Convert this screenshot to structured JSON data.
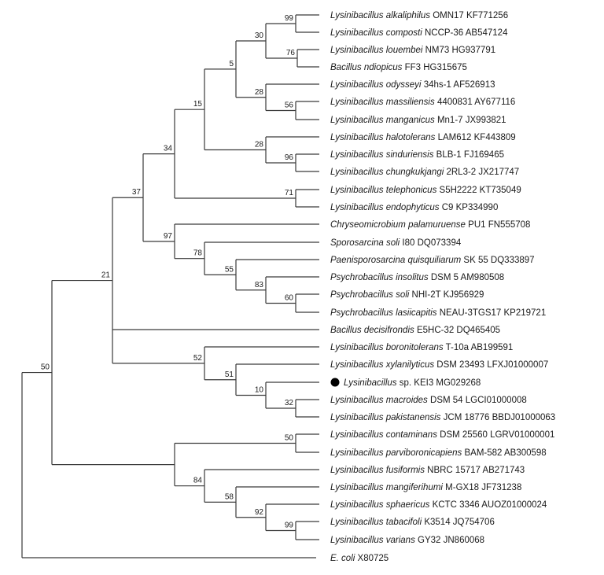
{
  "tree": {
    "leaves": [
      {
        "genus": "Lysinibacillus",
        "epithet": "alkaliphilus",
        "strain": "OMN17 KF771256"
      },
      {
        "genus": "Lysinibacillus",
        "epithet": "composti",
        "strain": "NCCP-36 AB547124"
      },
      {
        "genus": "Lysinibacillus",
        "epithet": "louembei",
        "strain": "NM73 HG937791"
      },
      {
        "genus": "Bacillus",
        "epithet": "ndiopicus",
        "strain": "FF3 HG315675"
      },
      {
        "genus": "Lysinibacillus",
        "epithet": "odysseyi",
        "strain": "34hs-1 AF526913"
      },
      {
        "genus": "Lysinibacillus",
        "epithet": "massiliensis",
        "strain": "4400831 AY677116"
      },
      {
        "genus": "Lysinibacillus",
        "epithet": "manganicus",
        "strain": "Mn1-7 JX993821"
      },
      {
        "genus": "Lysinibacillus",
        "epithet": "halotolerans",
        "strain": "LAM612 KF443809"
      },
      {
        "genus": "Lysinibacillus",
        "epithet": "sinduriensis",
        "strain": "BLB-1 FJ169465"
      },
      {
        "genus": "Lysinibacillus",
        "epithet": "chungkukjangi",
        "strain": "2RL3-2 JX217747"
      },
      {
        "genus": "Lysinibacillus",
        "epithet": "telephonicus",
        "strain": "S5H2222 KT735049"
      },
      {
        "genus": "Lysinibacillus",
        "epithet": "endophyticus",
        "strain": "C9 KP334990"
      },
      {
        "genus": "Chryseomicrobium",
        "epithet": "palamuruense",
        "strain": "PU1 FN555708"
      },
      {
        "genus": "Sporosarcina",
        "epithet": "soli",
        "strain": "I80 DQ073394"
      },
      {
        "genus": "Paenisporosarcina",
        "epithet": "quisquiliarum",
        "strain": "SK 55 DQ333897"
      },
      {
        "genus": "Psychrobacillus",
        "epithet": "insolitus",
        "strain": "DSM 5 AM980508"
      },
      {
        "genus": "Psychrobacillus",
        "epithet": "soli",
        "strain": "NHI-2T KJ956929"
      },
      {
        "genus": "Psychrobacillus",
        "epithet": "lasiicapitis",
        "strain": "NEAU-3TGS17 KP219721"
      },
      {
        "genus": "Bacillus",
        "epithet": "decisifrondis",
        "strain": "E5HC-32 DQ465405"
      },
      {
        "genus": "Lysinibacillus",
        "epithet": "boronitolerans",
        "strain": "T-10a AB199591"
      },
      {
        "genus": "Lysinibacillus",
        "epithet": "xylanilyticus",
        "strain": "DSM 23493 LFXJ01000007"
      },
      {
        "genus": "Lysinibacillus",
        "epithet": "",
        "strain": "sp. KEI3 MG029268",
        "marker": "filled-circle"
      },
      {
        "genus": "Lysinibacillus",
        "epithet": "macroides",
        "strain": "DSM 54 LGCI01000008"
      },
      {
        "genus": "Lysinibacillus",
        "epithet": "pakistanensis",
        "strain": "JCM 18776 BBDJ01000063"
      },
      {
        "genus": "Lysinibacillus",
        "epithet": "contaminans",
        "strain": "DSM 25560 LGRV01000001"
      },
      {
        "genus": "Lysinibacillus",
        "epithet": "parviboronicapiens",
        "strain": "BAM-582 AB300598"
      },
      {
        "genus": "Lysinibacillus",
        "epithet": "fusiformis",
        "strain": "NBRC 15717 AB271743"
      },
      {
        "genus": "Lysinibacillus",
        "epithet": "mangiferihumi",
        "strain": "M-GX18 JF731238"
      },
      {
        "genus": "Lysinibacillus",
        "epithet": "sphaericus",
        "strain": "KCTC 3346 AUOZ01000024"
      },
      {
        "genus": "Lysinibacillus",
        "epithet": "tabacifoli",
        "strain": "K3514 JQ754706"
      },
      {
        "genus": "Lysinibacillus",
        "epithet": "varians",
        "strain": "GY32 JN860068"
      },
      {
        "genus": "E. coli",
        "epithet": "",
        "strain": "X80725"
      }
    ],
    "bootstrap": [
      {
        "node": "n_alk_com",
        "value": "99"
      },
      {
        "node": "n_lou_ndi",
        "value": "76"
      },
      {
        "node": "n_4",
        "value": "30"
      },
      {
        "node": "n_mas_man",
        "value": "56"
      },
      {
        "node": "n_ody",
        "value": "28"
      },
      {
        "node": "n_5",
        "value": "5"
      },
      {
        "node": "n_sin_chu",
        "value": "96"
      },
      {
        "node": "n_hal",
        "value": "28"
      },
      {
        "node": "n_15",
        "value": "15"
      },
      {
        "node": "n_tel_end",
        "value": "71"
      },
      {
        "node": "n_34",
        "value": "34"
      },
      {
        "node": "n_ins_group",
        "value": "60"
      },
      {
        "node": "n_83",
        "value": "83"
      },
      {
        "node": "n_55",
        "value": "55"
      },
      {
        "node": "n_78",
        "value": "78"
      },
      {
        "node": "n_97",
        "value": "97"
      },
      {
        "node": "n_37",
        "value": "37"
      },
      {
        "node": "n_mac_pak",
        "value": "32"
      },
      {
        "node": "n_10",
        "value": "10"
      },
      {
        "node": "n_51",
        "value": "51"
      },
      {
        "node": "n_52",
        "value": "52"
      },
      {
        "node": "n_21",
        "value": "21"
      },
      {
        "node": "n_con_par",
        "value": "50"
      },
      {
        "node": "n_tab_var",
        "value": "99"
      },
      {
        "node": "n_92",
        "value": "92"
      },
      {
        "node": "n_58",
        "value": "58"
      },
      {
        "node": "n_84",
        "value": "84"
      },
      {
        "node": "n_root",
        "value": "50"
      }
    ]
  }
}
